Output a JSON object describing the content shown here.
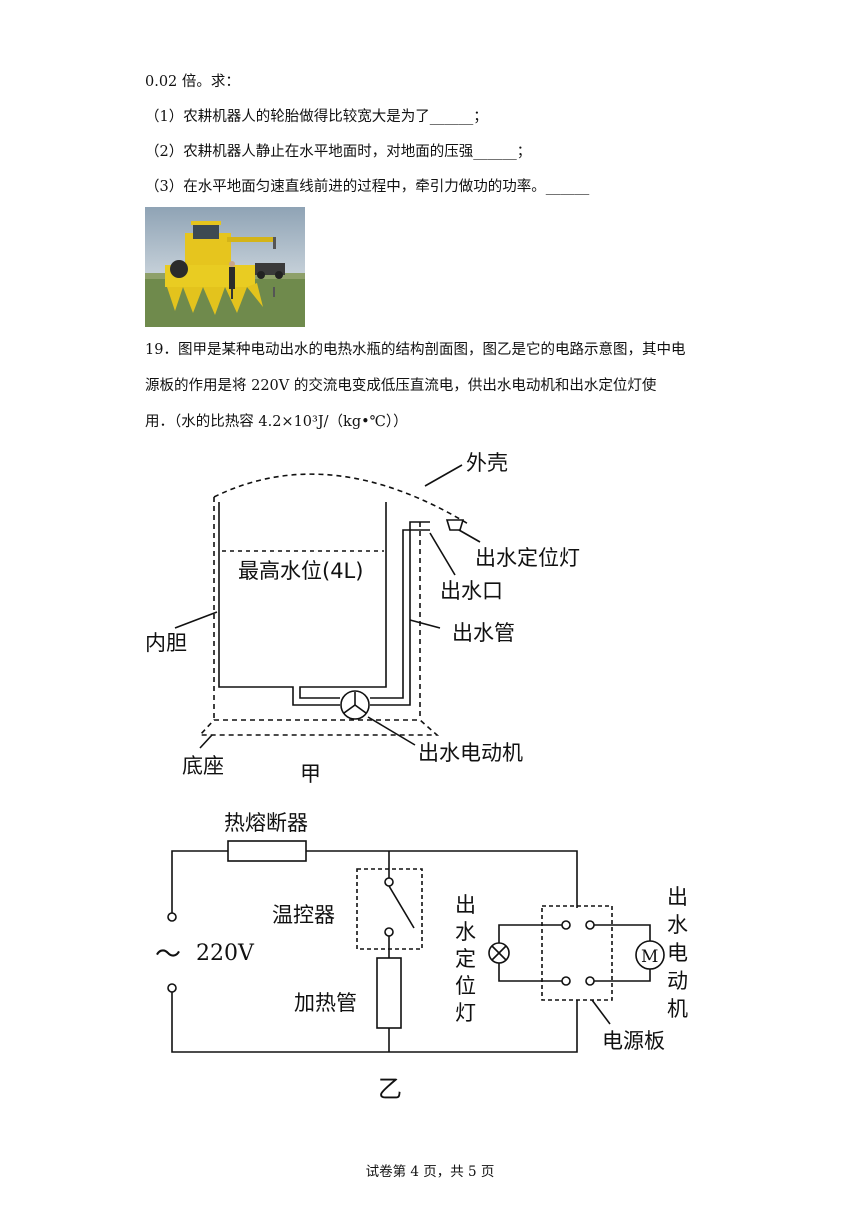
{
  "question_prev": {
    "line0": "0.02 倍。求：",
    "items": [
      "（1）农耕机器人的轮胎做得比较宽大是为了______；",
      "（2）农耕机器人静止在水平地面时，对地面的压强______；",
      "（3）在水平地面匀速直线前进的过程中，牵引力做功的功率。______"
    ]
  },
  "question19": {
    "line1": "19．图甲是某种电动出水的电热水瓶的结构剖面图，图乙是它的电路示意图，其中电",
    "line2": "源板的作用是将 220V 的交流电变成低压直流电，供出水电动机和出水定位灯使",
    "line3": "用．（水的比热容 4.2×10³J/（kg•℃））"
  },
  "figure_jia": {
    "shell": "外壳",
    "position_lamp": "出水定位灯",
    "max_level": "最高水位(4L)",
    "outlet": "出水口",
    "liner": "内胆",
    "pipe": "出水管",
    "base": "底座",
    "motor": "出水电动机",
    "caption": "甲"
  },
  "figure_yi": {
    "fuse": "热熔断器",
    "thermostat": "温控器",
    "ac_symbol": "～",
    "voltage": "220V",
    "heater": "加热管",
    "lamp_chars": [
      "出",
      "水",
      "定",
      "位",
      "灯"
    ],
    "motor_chars": [
      "出",
      "水",
      "电",
      "动",
      "机"
    ],
    "motor_symbol": "M",
    "power_board": "电源板",
    "caption": "乙"
  },
  "footer": "试卷第 4 页，共 5 页"
}
